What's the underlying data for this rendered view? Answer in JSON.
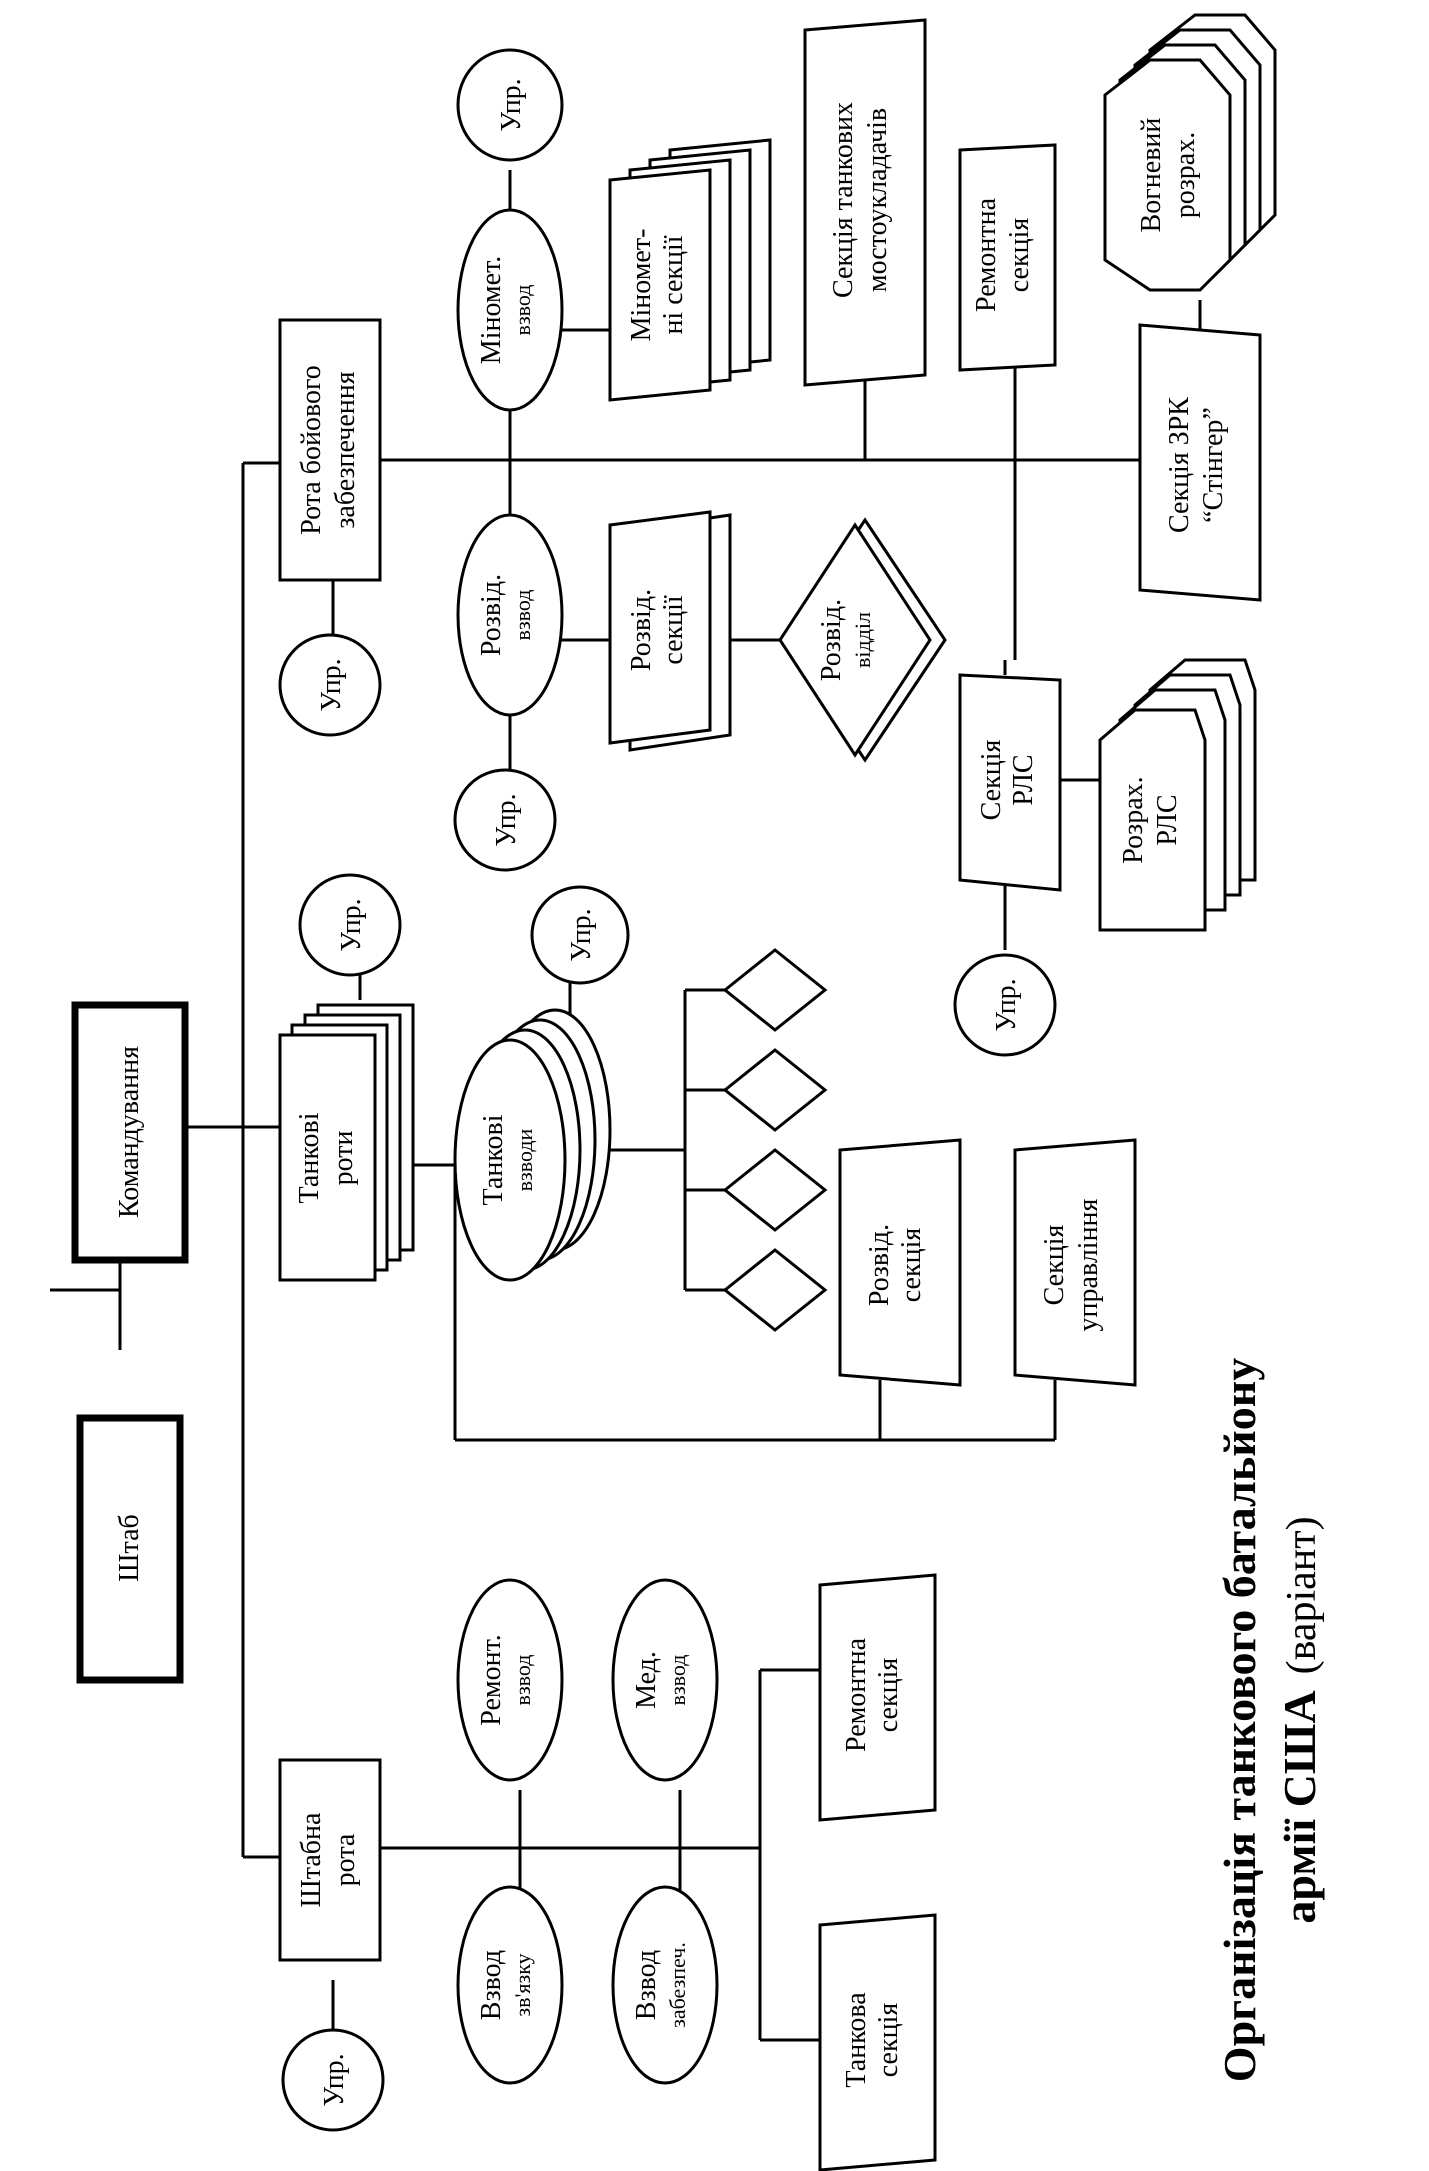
{
  "title": {
    "line1": "Організація танкового батальйону",
    "line2_bold": "армії США",
    "line2_normal": "(варіант)"
  },
  "nodes": {
    "shtab": "Штаб",
    "komanduvannia": "Командування",
    "shtabna_rota": [
      "Штабна",
      "рота"
    ],
    "upr": "Упр.",
    "vzvod_zvyazku": [
      "Взвод",
      "зв'язку"
    ],
    "vzvod_zabezpech": [
      "Взвод",
      "забезпеч."
    ],
    "remont_vzvod": [
      "Ремонт.",
      "взвод"
    ],
    "med_vzvod": [
      "Мед.",
      "взвод"
    ],
    "tankova_sektsiia": [
      "Танкова",
      "секція"
    ],
    "remontna_sektsiia": [
      "Ремонтна",
      "секція"
    ],
    "tankovi_roty": [
      "Танкові",
      "роти"
    ],
    "tankovi_vzvody": [
      "Танкові",
      "взводи"
    ],
    "rozvid_sektsiia": [
      "Розвід.",
      "секція"
    ],
    "sektsiia_upravlinnia": [
      "Секція",
      "управління"
    ],
    "rota_boiovoho": [
      "Рота бойового",
      "забезпечення"
    ],
    "rozvid_vzvod": [
      "Розвід.",
      "взвод"
    ],
    "rozvid_sektsii": [
      "Розвід.",
      "секції"
    ],
    "rozvid_viddil": [
      "Розвід.",
      "відділ"
    ],
    "minomet_vzvod": [
      "Міномет.",
      "взвод"
    ],
    "minometni_sektsii": [
      "Міномет-",
      "ні секції"
    ],
    "sektsiia_tankovykh": [
      "Секція танкових",
      "мостоукладачів"
    ],
    "sektsiia_rls": [
      "Секція",
      "РЛС"
    ],
    "rozrakh_rls": [
      "Розрах.",
      "РЛС"
    ],
    "sektsiia_zrk": [
      "Секція ЗРК",
      "“Стінгер”"
    ],
    "vohnevyi_rozrakh": [
      "Вогневий",
      "розрах."
    ]
  }
}
